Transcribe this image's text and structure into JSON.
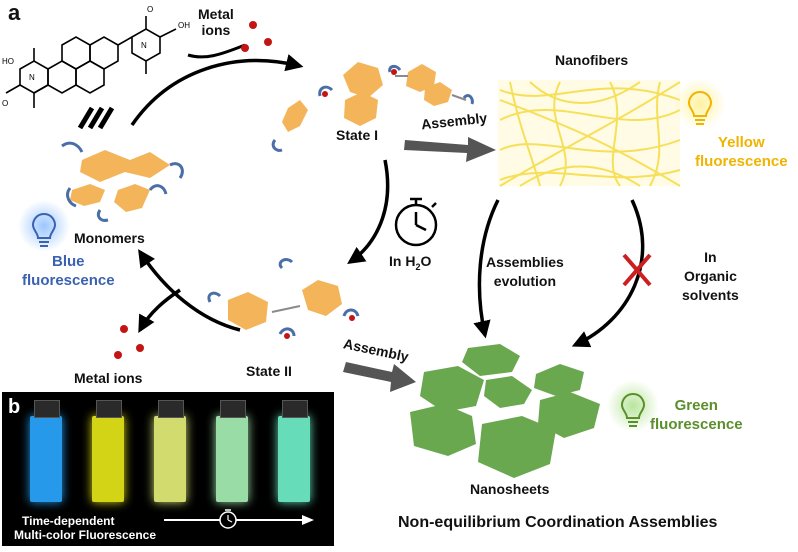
{
  "panel_a": {
    "letter": "a",
    "metal_ions_top": "Metal\nions",
    "state_i": "State I",
    "assembly_top": "Assembly",
    "nanofibers": "Nanofibers",
    "yellow_fluorescence": "Yellow\nfluorescence",
    "monomers": "Monomers",
    "blue_fluorescence": "Blue\nfluorescence",
    "in_h2o_prefix": "In H",
    "in_h2o_sub": "2",
    "in_h2o_suffix": "O",
    "assemblies_evolution": "Assemblies\nevolution",
    "in_organic_solvents": "In\nOrganic\nsolvents",
    "state_ii": "State II",
    "metal_ions_bottom": "Metal ions",
    "assembly_bottom": "Assembly",
    "green_fluorescence": "Green\nfluorescence",
    "nanosheets": "Nanosheets",
    "footer_title": "Non-equilibrium Coordination Assemblies",
    "ligand_groups": [
      "HO",
      "O",
      "OH",
      "O",
      "N",
      "N"
    ]
  },
  "panel_b": {
    "letter": "b",
    "caption_line1": "Time-dependent",
    "caption_line2": "Multi-color Fluorescence",
    "vial_colors": [
      "#2aa7ff",
      "#e6e61a",
      "#e4ee78",
      "#a8efb3",
      "#6ff0c8"
    ]
  },
  "colors": {
    "blue": "#3a62b0",
    "yellow": "#f0b400",
    "green": "#5a8f2c",
    "metal_ion": "#c41414",
    "monomer": "#f4b55a",
    "nanofiber": "#f6e05a",
    "nanosheet": "#6aa84f",
    "cross": "#cc1f1f"
  },
  "icons": [
    "bulb-icon-yellow",
    "bulb-icon-blue",
    "bulb-icon-green",
    "stopwatch-icon"
  ]
}
